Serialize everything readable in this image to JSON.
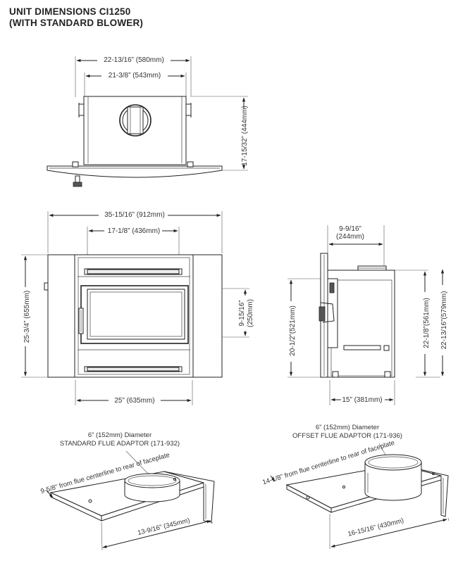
{
  "title": {
    "line1": "UNIT DIMENSIONS CI1250",
    "line2": "(WITH STANDARD BLOWER)"
  },
  "top_view": {
    "outer_width": "22-13/16” (580mm)",
    "inner_width": "21-3/8” (543mm)",
    "depth": "17-15/32” (444mm)"
  },
  "front_view": {
    "overall_width": "35-15/16” (912mm)",
    "opening_width": "17-1/8” (436mm)",
    "overall_height": "25-3/4” (655mm)",
    "window_height_a": "9-15/16”",
    "window_height_b": "(250mm)",
    "base_width": "25” (635mm)"
  },
  "side_view": {
    "setback_a": "9-9/16”",
    "setback_b": "(244mm)",
    "height_short": "20-1/2”(521mm)",
    "height_mid": "22-1/8”(561mm)",
    "height_full": "22-13/16”(579mm)",
    "depth": "15” (381mm)"
  },
  "standard_adaptor": {
    "caption1": "6” (152mm) Diameter",
    "caption2": "STANDARD FLUE ADAPTOR (171-932)",
    "offset_note": "9-5/8” from flue centerline to rear of faceplate",
    "length": "13-9/16” (345mm)"
  },
  "offset_adaptor": {
    "caption1": "6” (152mm) Diameter",
    "caption2": "OFFSET FLUE ADAPTOR (171-936)",
    "offset_note": "14-1/8” from flue centerline to rear of faceplate",
    "length": "16-15/16” (430mm)"
  }
}
